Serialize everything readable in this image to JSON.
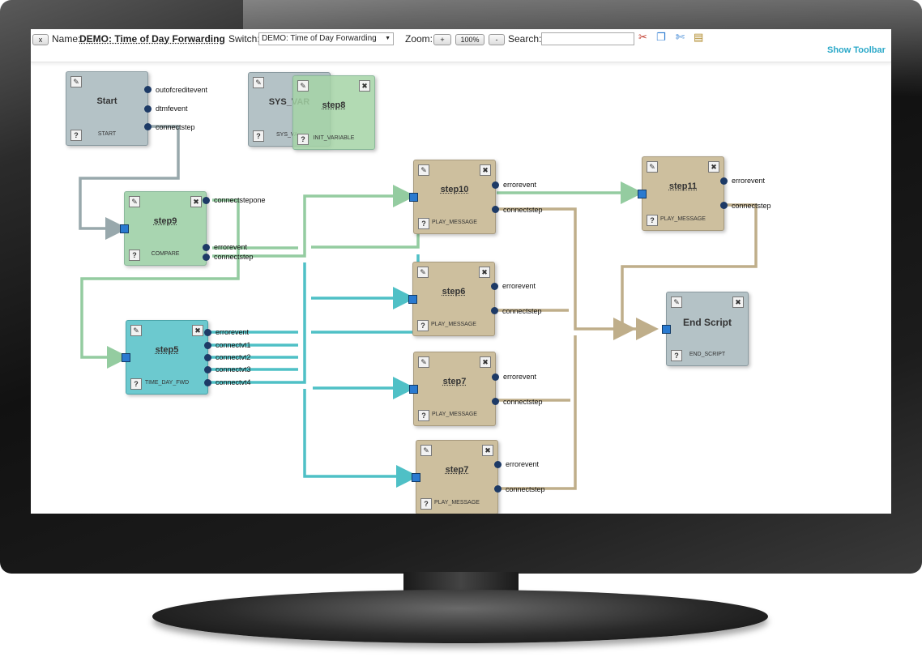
{
  "toolbar": {
    "close_label": "x",
    "name_label": "Name:",
    "name_value": "DEMO: Time of Day Forwarding",
    "switch_label": "Switch:",
    "switch_value": "DEMO: Time of Day Forwarding",
    "zoom_label": "Zoom:",
    "zoom_in": "+",
    "zoom_level": "100%",
    "zoom_out": "-",
    "search_label": "Search:",
    "search_value": "",
    "icons": [
      "cut-tools-icon",
      "copy-icon",
      "scissors-icon",
      "paste-icon"
    ],
    "show_toolbar": "Show Toolbar"
  },
  "nodes": {
    "start": {
      "title": "Start",
      "type": "START",
      "ports": [
        "outofcreditevent",
        "dtmfevent",
        "connectstep"
      ]
    },
    "sysvar": {
      "title": "SYS_VAR",
      "type": "SYS_VA"
    },
    "step8": {
      "title": "step8",
      "type": "INIT_VARIABLE"
    },
    "step9": {
      "title": "step9",
      "type": "COMPARE",
      "ports": [
        "connectstepone",
        "errorevent",
        "connectstep"
      ]
    },
    "step5": {
      "title": "step5",
      "type": "TIME_DAY_FWD",
      "ports": [
        "errorevent",
        "connectvt1",
        "connectvt2",
        "connectvt3",
        "connectvt4"
      ]
    },
    "step10": {
      "title": "step10",
      "type": "PLAY_MESSAGE",
      "ports": [
        "errorevent",
        "connectstep"
      ]
    },
    "step6": {
      "title": "step6",
      "type": "PLAY_MESSAGE",
      "ports": [
        "errorevent",
        "connectstep"
      ]
    },
    "step7a": {
      "title": "step7",
      "type": "PLAY_MESSAGE",
      "ports": [
        "errorevent",
        "connectstep"
      ]
    },
    "step7b": {
      "title": "step7",
      "type": "PLAY_MESSAGE",
      "ports": [
        "errorevent",
        "connectstep"
      ]
    },
    "step11": {
      "title": "step11",
      "type": "PLAY_MESSAGE",
      "ports": [
        "errorevent",
        "connectstep"
      ]
    },
    "endscript": {
      "title": "End Script",
      "type": "END_SCRIPT"
    }
  },
  "colors": {
    "gray": "#b4c2c6",
    "green": "#a8d5b0",
    "tan": "#cdbf9e",
    "teal": "#6cc9cf",
    "accent": "#2aa8c8"
  }
}
